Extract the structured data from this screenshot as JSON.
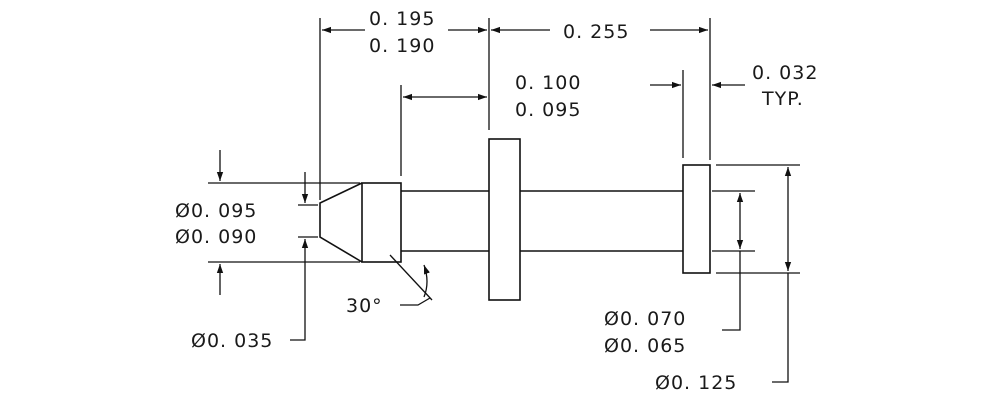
{
  "dimensions": {
    "front_length_max": "0. 195",
    "front_length_min": "0. 190",
    "rear_length": "0. 255",
    "tip_length_max": "0. 100",
    "tip_length_min": "0. 095",
    "flange_thickness": "0. 032",
    "flange_thickness_note": "TYP.",
    "nose_diameter_max": "Ø0. 095",
    "nose_diameter_min": "Ø0. 090",
    "tip_diameter": "Ø0. 035",
    "chamfer_angle": "30°",
    "shaft_diameter_max": "Ø0. 070",
    "shaft_diameter_min": "Ø0. 065",
    "flange_diameter": "Ø0. 125"
  }
}
